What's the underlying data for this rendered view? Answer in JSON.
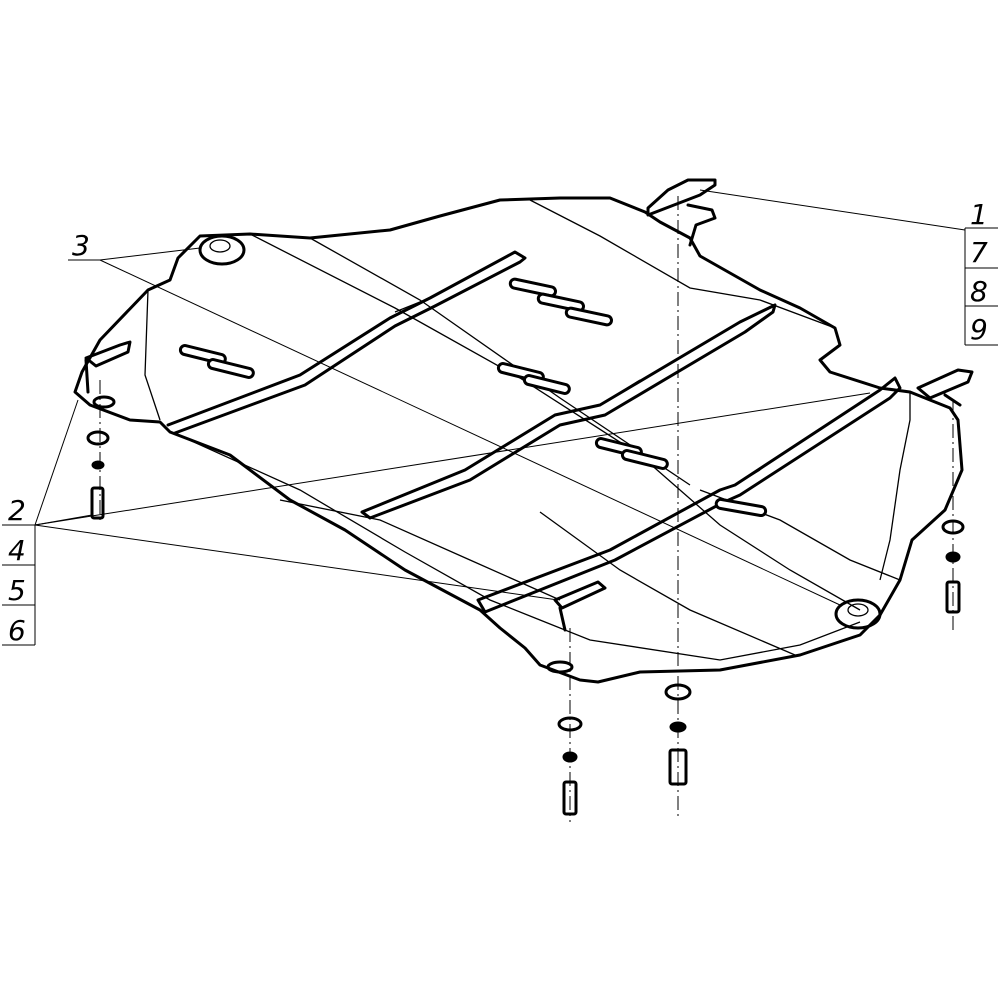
{
  "callouts": {
    "group_right": [
      "1",
      "7",
      "8",
      "9"
    ],
    "group_left": [
      "2",
      "4",
      "5",
      "6"
    ],
    "single": "3"
  },
  "colors": {
    "ink": "#000000",
    "paper": "#ffffff"
  }
}
